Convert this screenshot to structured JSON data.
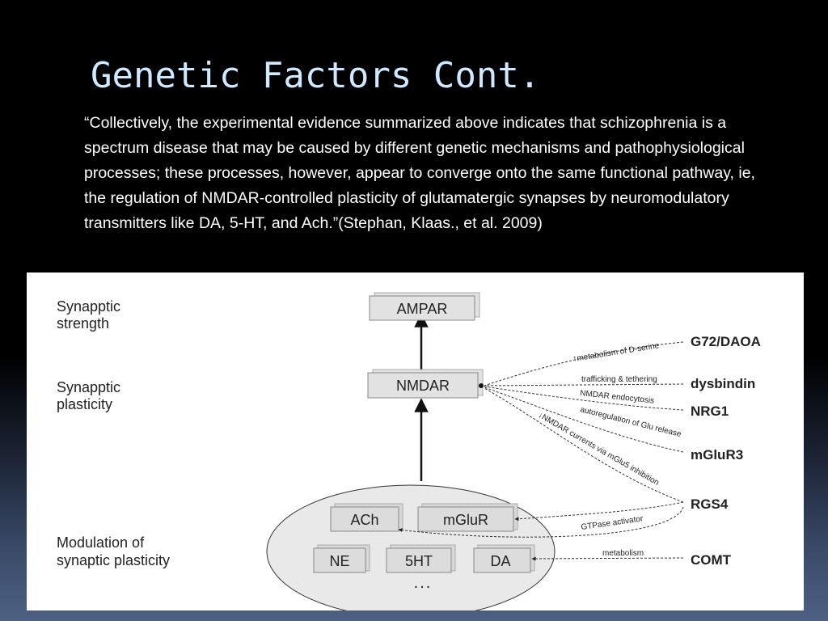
{
  "slide": {
    "title": "Genetic Factors Cont.",
    "quote": "“Collectively, the experimental evidence summarized above indicates that schizophrenia is a spectrum disease that may be caused by different genetic mechanisms and pathophysiological processes; these processes, however, appear to converge onto the same functional pathway, ie, the regulation of NMDAR-controlled plasticity of glutamatergic synapses by neuromodulatory transmitters like DA, 5-HT, and Ach.”(Stephan, Klaas., et al. 2009)"
  },
  "diagram": {
    "levels": {
      "strength": [
        "Synapptic",
        "strength"
      ],
      "plasticity": [
        "Synapptic",
        "plasticity"
      ],
      "modulation": [
        "Modulation of",
        "synaptic plasticity"
      ]
    },
    "nodes": {
      "ampar": "AMPAR",
      "nmdar": "NMDAR",
      "ach": "ACh",
      "mglur": "mGluR",
      "ne": "NE",
      "fiveht": "5HT",
      "da": "DA",
      "ellipsis": "..."
    },
    "genes": {
      "g72": "G72/DAOA",
      "dysbindin": "dysbindin",
      "nrg1": "NRG1",
      "mglur3": "mGluR3",
      "rgs4": "RGS4",
      "comt": "COMT"
    },
    "edge_labels": {
      "g72": "↑metabolism of D-serine",
      "dysbindin": "trafficking & tethering",
      "nrg1": "NMDAR endocytosis",
      "mglur3": "autoregulation of Glu release",
      "rgs4_nmdar": "↓NMDAR currents via mGlu5 inhibition",
      "rgs4_gtpase": "GTPase activator",
      "comt": "metabolism"
    }
  }
}
